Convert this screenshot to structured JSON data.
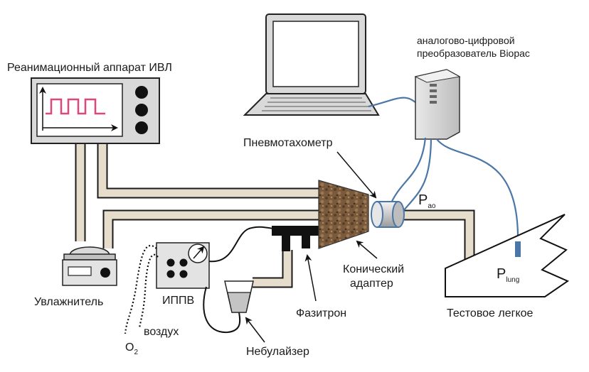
{
  "labels": {
    "ventilator": "Реанимационный аппарат ИВЛ",
    "adc_line1": "аналогово-цифровой",
    "adc_line2": "преобразователь Biopac",
    "pneumotach": "Пневмотахометр",
    "pao_main": "P",
    "pao_sub": "ao",
    "plung_main": "P",
    "plung_sub": "lung",
    "humidifier": "Увлажнитель",
    "ippv": "ИППВ",
    "air": "воздух",
    "o2_main": "O",
    "o2_sub": "2",
    "nebulizer": "Небулайзер",
    "phasitron": "Фазитрон",
    "conic_line1": "Конический",
    "conic_line2": "адаптер",
    "test_lung": "Тестовое легкое"
  },
  "colors": {
    "tube_fill": "#e7ddcc",
    "cable": "#4a76a8",
    "waveform": "#e0457b",
    "device_face": "#d9d9d9"
  },
  "icons": {
    "laptop": "laptop-icon",
    "adc": "adc-box-icon",
    "ventilator": "ventilator-icon",
    "humidifier": "humidifier-icon",
    "ippv": "ippv-device-icon",
    "nebulizer": "nebulizer-cup-icon",
    "test_lung": "bellows-lung-icon"
  }
}
